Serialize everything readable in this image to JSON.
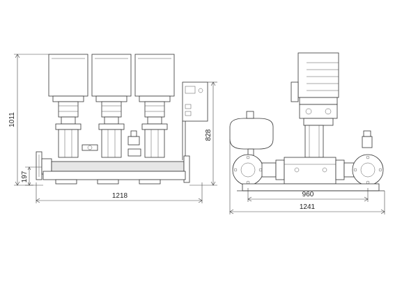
{
  "dimensions": {
    "front_height_total": "1011",
    "front_base_offset": "197",
    "front_width": "1218",
    "front_panel_height": "828",
    "side_inner_width": "960",
    "side_total_width": "1241"
  }
}
